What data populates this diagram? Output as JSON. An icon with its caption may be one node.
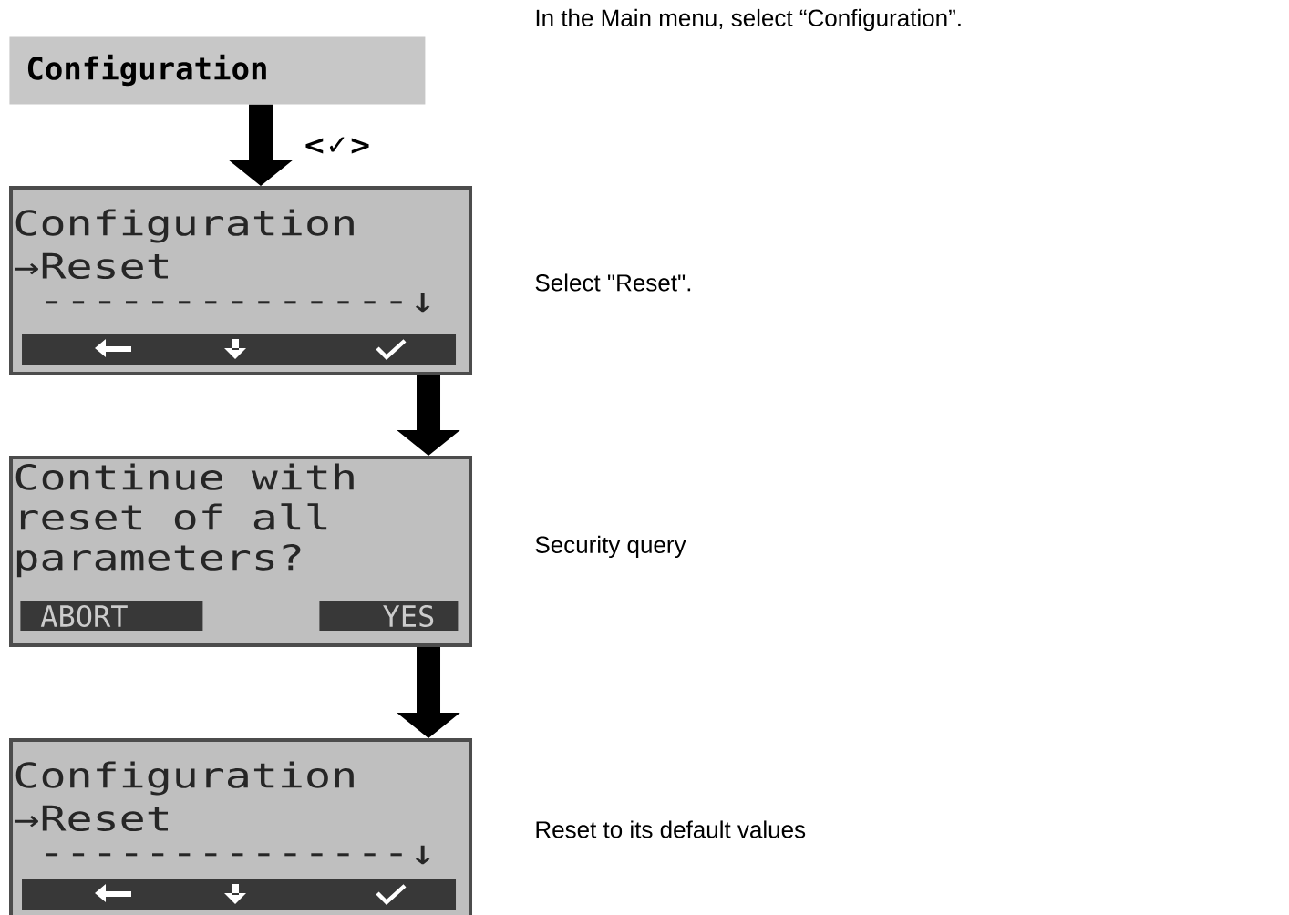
{
  "diagram": {
    "nodes": [
      {
        "text": [
          "Configuration"
        ]
      },
      {
        "text": [
          "Configuration",
          "→Reset",
          "--------------↓"
        ],
        "beside": [
          "Select \"Reset\"."
        ]
      },
      {
        "text": [
          "Continue with reset of all parameters?",
          "ABORT",
          "YES"
        ],
        "beside": [
          "Security query"
        ]
      },
      {
        "text": [
          "Configuration",
          "→Reset",
          "--------------↓"
        ],
        "beside": [
          "Reset to its default values"
        ]
      }
    ],
    "edges": [
      {
        "from": 0,
        "to": 1,
        "arrow": "to",
        "label": "<✓>"
      },
      {
        "from": 1,
        "to": 2,
        "arrow": "to"
      },
      {
        "from": 2,
        "to": 3,
        "arrow": "to"
      }
    ],
    "labels": [
      "In the Main menu, select “Configuration”."
    ]
  }
}
